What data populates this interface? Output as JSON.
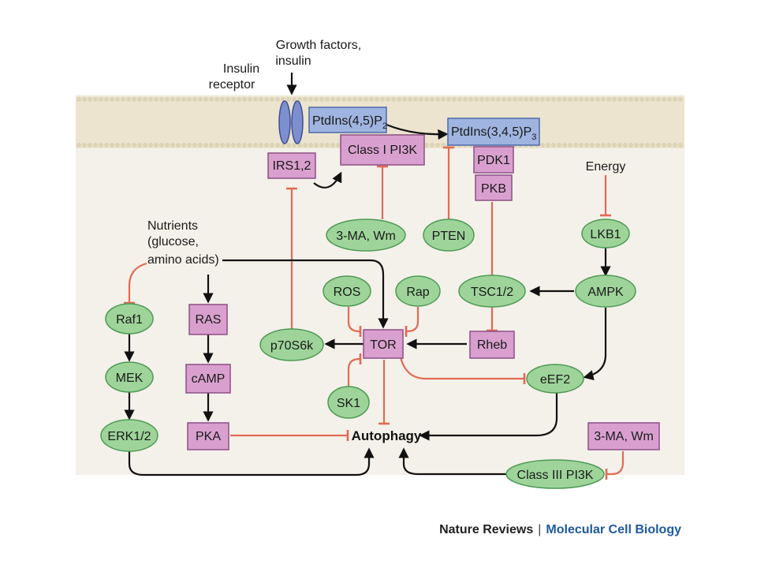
{
  "labels": {
    "growth_factors_1": "Growth factors,",
    "growth_factors_2": "insulin",
    "insulin_receptor_1": "Insulin",
    "insulin_receptor_2": "receptor",
    "energy": "Energy",
    "nutrients_1": "Nutrients",
    "nutrients_2": "(glucose,",
    "nutrients_3": "amino acids)"
  },
  "nodes": {
    "ptdins45p2": {
      "main": "PtdIns(4,5)P",
      "sub": "2"
    },
    "ptdins345p3": {
      "main": "PtdIns(3,4,5)P",
      "sub": "3"
    },
    "class1_pi3k": "Class I PI3K",
    "irs12": "IRS1,2",
    "pdk1": "PDK1",
    "pkb": "PKB",
    "ma_wm_1": "3-MA, Wm",
    "pten": "PTEN",
    "lkb1": "LKB1",
    "ampk": "AMPK",
    "tsc12": "TSC1/2",
    "rheb": "Rheb",
    "ros": "ROS",
    "rap": "Rap",
    "tor": "TOR",
    "p70s6k": "p70S6k",
    "sk1": "SK1",
    "eef2": "eEF2",
    "raf1": "Raf1",
    "mek": "MEK",
    "erk12": "ERK1/2",
    "ras": "RAS",
    "camp": "cAMP",
    "pka": "PKA",
    "autophagy": "Autophagy",
    "ma_wm_2": "3-MA, Wm",
    "class3_pi3k": "Class III PI3K"
  },
  "footer": {
    "brand": "Nature Reviews",
    "separator": "|",
    "journal": "Molecular Cell Biology"
  },
  "colors": {
    "activation": "#111111",
    "inhibition": "#e06b55",
    "green_node": "#9ed49a",
    "pink_node": "#d9a0cf",
    "blue_node": "#9fb4e0",
    "journal": "#1e5aa0"
  }
}
